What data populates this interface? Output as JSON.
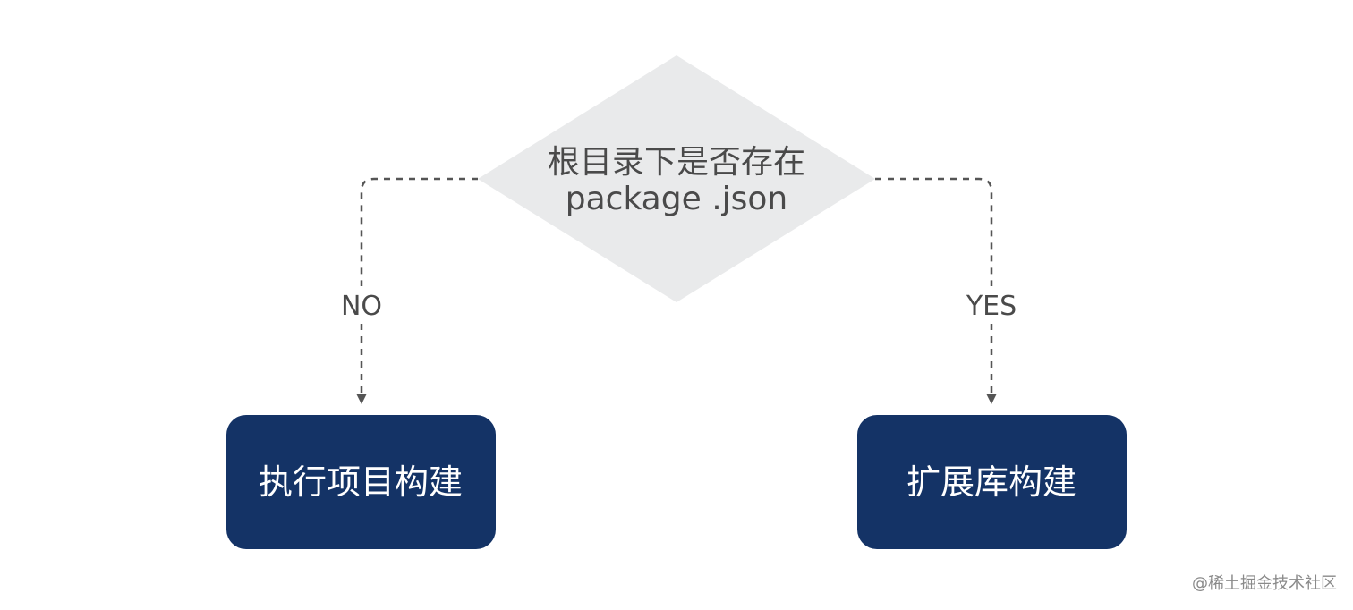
{
  "decision": {
    "line1": "根目录下是否存在",
    "line2": "package .json"
  },
  "branches": {
    "no_label": "NO",
    "yes_label": "YES"
  },
  "outcomes": {
    "no_box": "执行项目构建",
    "yes_box": "扩展库构建"
  },
  "watermark": "@稀土掘金技术社区",
  "colors": {
    "decision_fill": "#e9eaeb",
    "box_fill": "#143366",
    "line": "#555555",
    "text": "#4a4a4a"
  }
}
